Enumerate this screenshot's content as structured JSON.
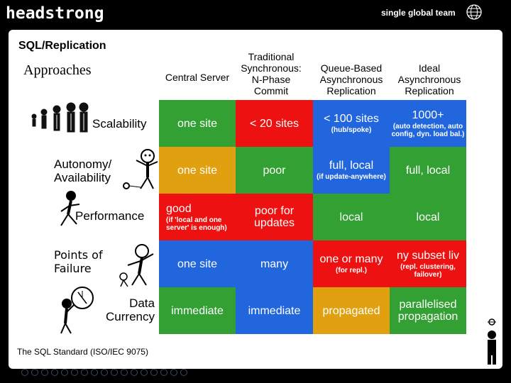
{
  "header": {
    "brand": "headstrong",
    "tagline": "single global team"
  },
  "slide": {
    "title": "SQL/Replication",
    "subtitle": "Approaches",
    "footer": "The SQL Standard (ISO/IEC 9075)"
  },
  "columns": [
    "Central Server",
    "Traditional Synchronous: N-Phase Commit",
    "Queue-Based Asynchronous Replication",
    "Ideal Asynchronous Replication"
  ],
  "rows": [
    {
      "label": "Scalability",
      "cells": [
        {
          "main": "one site",
          "note": ""
        },
        {
          "main": "< 20 sites",
          "note": ""
        },
        {
          "main": "< 100 sites",
          "note": "(hub/spoke)"
        },
        {
          "main": "1000+",
          "note": "(auto detection, auto config, dyn. load bal.)"
        }
      ]
    },
    {
      "label": "Autonomy/ Availability",
      "cells": [
        {
          "main": "one site",
          "note": ""
        },
        {
          "main": "poor",
          "note": ""
        },
        {
          "main": "full, local",
          "note": "(if update-anywhere)"
        },
        {
          "main": "full, local",
          "note": ""
        }
      ]
    },
    {
      "label": "Performance",
      "cells": [
        {
          "main": "good",
          "note": "(if 'local and one server' is enough)"
        },
        {
          "main": "poor for updates",
          "note": ""
        },
        {
          "main": "local",
          "note": ""
        },
        {
          "main": "local",
          "note": ""
        }
      ]
    },
    {
      "label": "Points of Failure",
      "cells": [
        {
          "main": "one site",
          "note": ""
        },
        {
          "main": "many",
          "note": ""
        },
        {
          "main": "one or many",
          "note": "(for repl.)"
        },
        {
          "main": "ny subset liv",
          "note": "(repl. clustering, failover)"
        }
      ]
    },
    {
      "label": "Data Currency",
      "cells": [
        {
          "main": "immediate",
          "note": ""
        },
        {
          "main": "immediate",
          "note": ""
        },
        {
          "main": "propagated",
          "note": ""
        },
        {
          "main": "parallelised propagation",
          "note": ""
        }
      ]
    }
  ],
  "colors": {
    "green": "#33a033",
    "red": "#ee1111",
    "orange": "#e0a010",
    "blue": "#2266dd"
  },
  "cell_colors": [
    [
      "green",
      "red",
      "blue",
      "blue"
    ],
    [
      "orange",
      "green",
      "blue",
      "green"
    ],
    [
      "red",
      "red",
      "green",
      "green"
    ],
    [
      "blue",
      "blue",
      "red",
      "red"
    ],
    [
      "green",
      "blue",
      "orange",
      "green"
    ]
  ],
  "icons": [
    "globe-icon",
    "people-figures-icon",
    "juggler-figure-icon",
    "running-figure-icon",
    "shouting-figure-icon",
    "clock-figure-icon",
    "standing-figure-icon"
  ],
  "pagination": {
    "total": 17
  }
}
